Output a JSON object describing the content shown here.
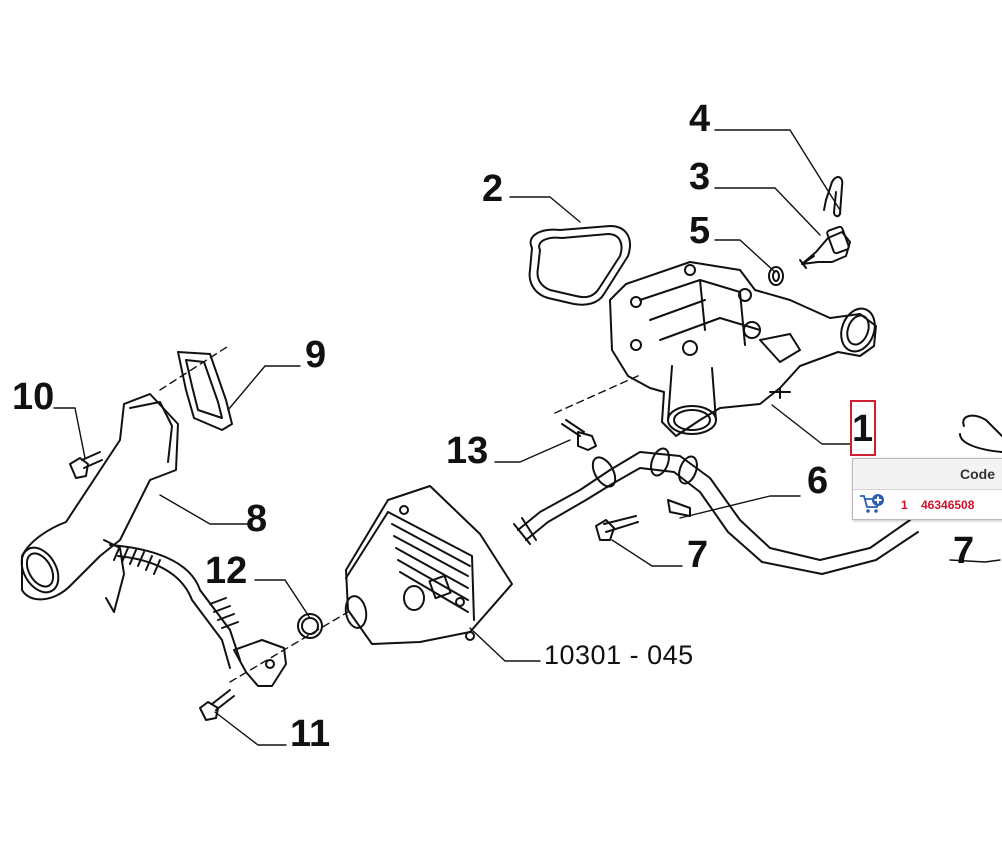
{
  "callouts": {
    "c1": "1",
    "c2": "2",
    "c3": "3",
    "c4": "4",
    "c5": "5",
    "c6": "6",
    "c7a": "7",
    "c7b": "7",
    "c8": "8",
    "c9": "9",
    "c10": "10",
    "c11": "11",
    "c12": "12",
    "c13": "13"
  },
  "figure_code": "10301 - 045",
  "popup": {
    "column_header": "Code",
    "row": {
      "qty": "1",
      "code": "46346508"
    },
    "cart_icon": "add-to-cart-icon"
  },
  "colors": {
    "line": "#111111",
    "highlight": "#d02030",
    "code_text": "#d0102a",
    "cart_blue": "#2a5db0"
  }
}
